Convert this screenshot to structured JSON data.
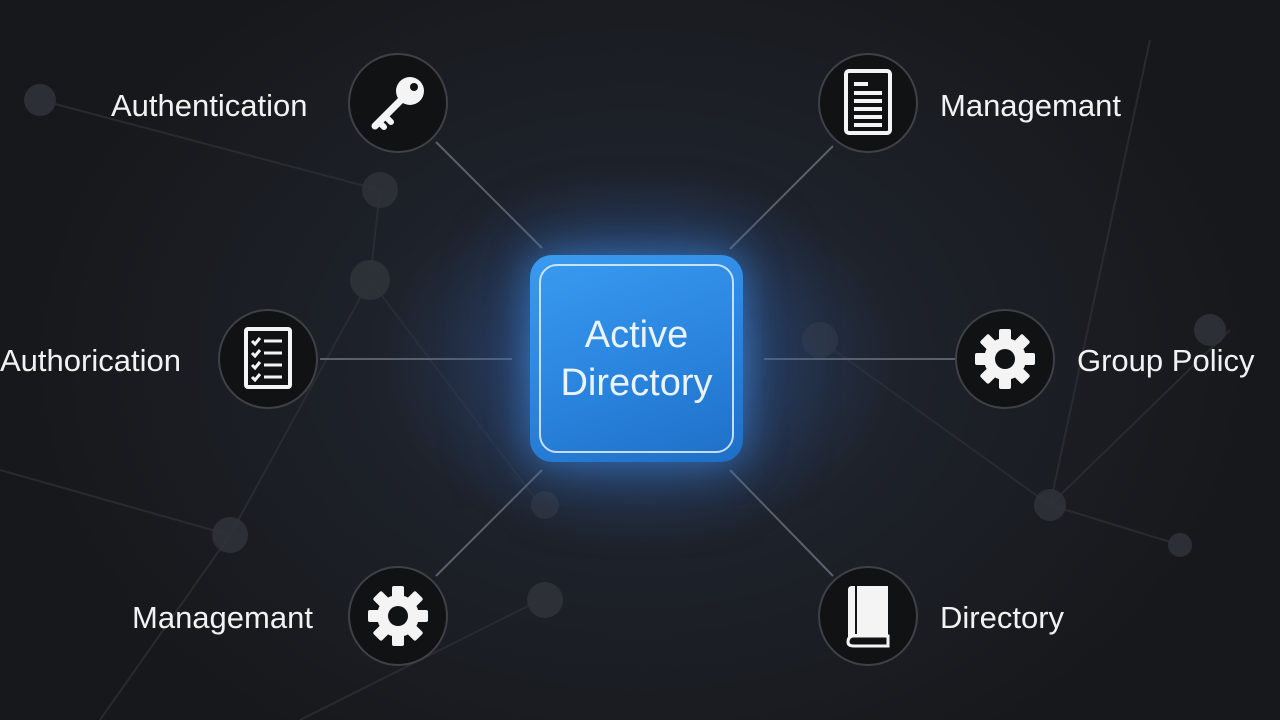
{
  "center": {
    "line1": "Active",
    "line2": "Directory"
  },
  "nodes": [
    {
      "id": "authentication",
      "label": "Authentication",
      "icon": "key-icon"
    },
    {
      "id": "management-top",
      "label": "Managemant",
      "icon": "document-icon"
    },
    {
      "id": "authorization",
      "label": "Authorication",
      "icon": "checklist-icon"
    },
    {
      "id": "group-policy",
      "label": "Group Policy",
      "icon": "gear-icon"
    },
    {
      "id": "management-bottom",
      "label": "Managemant",
      "icon": "gear-icon"
    },
    {
      "id": "directory",
      "label": "Directory",
      "icon": "book-icon"
    }
  ],
  "colors": {
    "background": "#1b1c1e",
    "hub": "#2b86e0",
    "node_fill": "#111214",
    "text": "#f2f2f2"
  }
}
